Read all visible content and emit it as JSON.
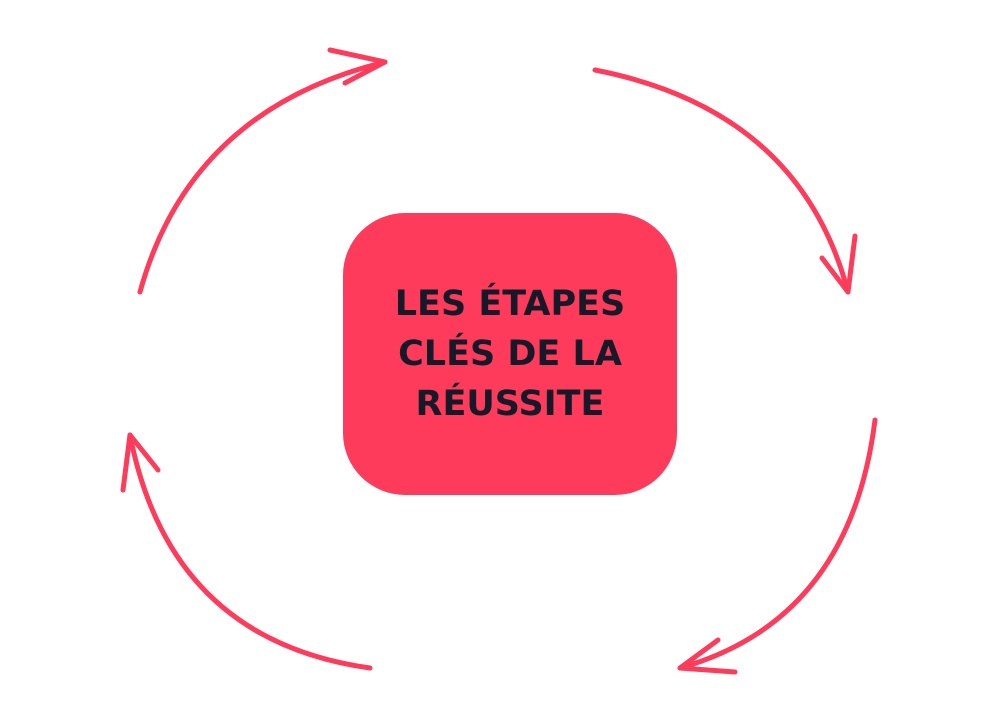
{
  "center": {
    "title": "LES ÉTAPES CLÉS DE LA RÉUSSITE"
  },
  "colors": {
    "accent": "#FF3B5C",
    "text": "#161A28",
    "background": "#FFFFFF"
  },
  "arrows": [
    {
      "name": "cycle-arrow-top-left",
      "direction": "clockwise"
    },
    {
      "name": "cycle-arrow-top-right",
      "direction": "clockwise"
    },
    {
      "name": "cycle-arrow-bottom-right",
      "direction": "clockwise"
    },
    {
      "name": "cycle-arrow-bottom-left",
      "direction": "clockwise"
    }
  ]
}
